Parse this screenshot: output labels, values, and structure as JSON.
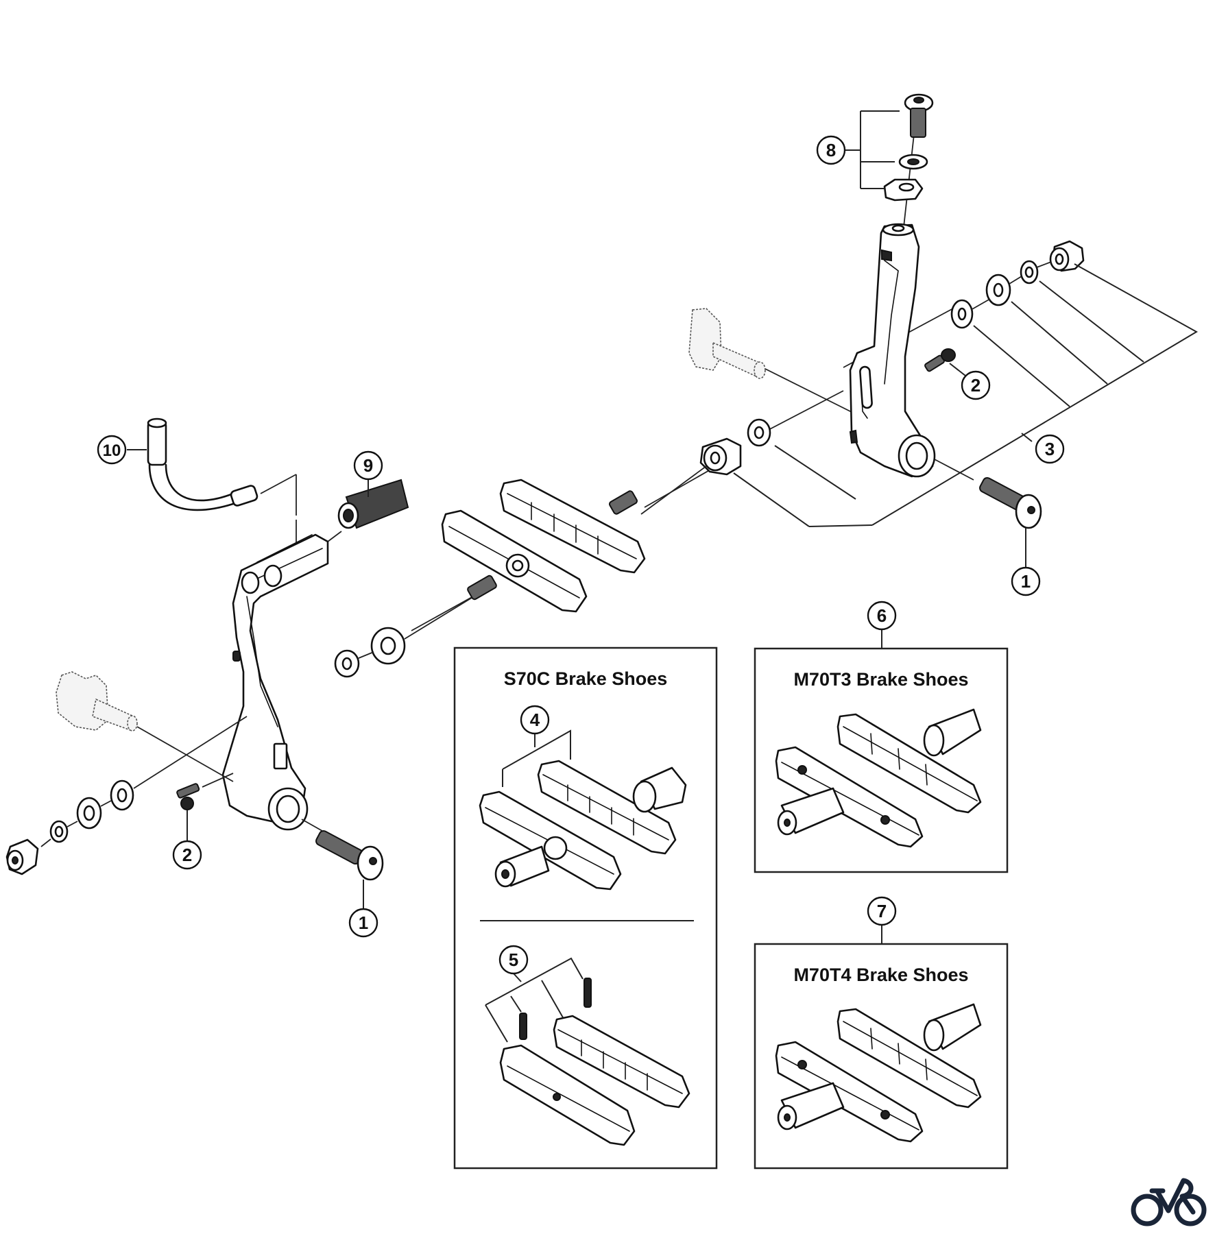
{
  "diagram": {
    "type": "exploded-parts-diagram",
    "subject": "V-brake caliper assembly",
    "callouts": [
      {
        "id": "c1-left",
        "label": "1",
        "part": "fixing-bolt"
      },
      {
        "id": "c1-right",
        "label": "1",
        "part": "fixing-bolt"
      },
      {
        "id": "c2-left",
        "label": "2",
        "part": "spring-tension-adjusting-screw"
      },
      {
        "id": "c2-right",
        "label": "2",
        "part": "spring-tension-adjusting-screw"
      },
      {
        "id": "c3",
        "label": "3",
        "part": "shoe-fixing-nut-and-washer-set"
      },
      {
        "id": "c4",
        "label": "4",
        "part": "s70c-brake-shoe-set"
      },
      {
        "id": "c5",
        "label": "5",
        "part": "s70c-brake-shoe-cartridge-and-pins"
      },
      {
        "id": "c6",
        "label": "6",
        "part": "m70t3-brake-shoe-set"
      },
      {
        "id": "c7",
        "label": "7",
        "part": "m70t4-brake-shoe-set"
      },
      {
        "id": "c8",
        "label": "8",
        "part": "cable-fixing-bolt-and-plate"
      },
      {
        "id": "c9",
        "label": "9",
        "part": "boot"
      },
      {
        "id": "c10",
        "label": "10",
        "part": "inner-cable-lead"
      }
    ],
    "boxes": {
      "s70c": {
        "title": "S70C Brake Shoes"
      },
      "m70t3": {
        "title": "M70T3 Brake Shoes"
      },
      "m70t4": {
        "title": "M70T4 Brake Shoes"
      }
    }
  },
  "logo": {
    "name": "bicycle-logo",
    "color": "#1a2538"
  },
  "colors": {
    "line": "#111111",
    "background": "#ffffff"
  }
}
